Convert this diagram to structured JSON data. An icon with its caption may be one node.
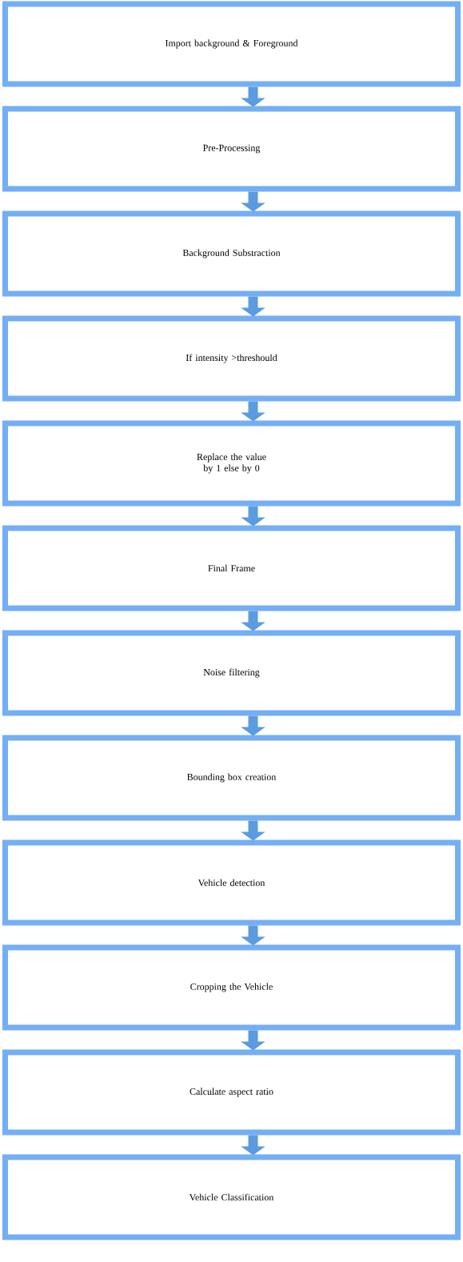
{
  "diagram": {
    "nodes": [
      {
        "text": [
          "Import background & Foreground"
        ]
      },
      {
        "text": [
          "Pre-Processing"
        ]
      },
      {
        "text": [
          "Background Substraction"
        ]
      },
      {
        "text": [
          "If intensity >threshould"
        ]
      },
      {
        "text": [
          "Replace the value by 1 else by 0"
        ]
      },
      {
        "text": [
          "Final Frame"
        ]
      },
      {
        "text": [
          "Noise filtering"
        ]
      },
      {
        "text": [
          "Bounding box creation"
        ]
      },
      {
        "text": [
          "Vehicle detection"
        ]
      },
      {
        "text": [
          "Cropping the Vehicle"
        ]
      },
      {
        "text": [
          "Calculate aspect ratio"
        ]
      },
      {
        "text": [
          "Vehicle Classification"
        ]
      }
    ],
    "edges": [
      {
        "from": 0,
        "to": 1,
        "arrow": "to"
      },
      {
        "from": 1,
        "to": 2,
        "arrow": "to"
      },
      {
        "from": 2,
        "to": 3,
        "arrow": "to"
      },
      {
        "from": 3,
        "to": 4,
        "arrow": "to"
      },
      {
        "from": 4,
        "to": 5,
        "arrow": "to"
      },
      {
        "from": 5,
        "to": 6,
        "arrow": "to"
      },
      {
        "from": 6,
        "to": 7,
        "arrow": "to"
      },
      {
        "from": 7,
        "to": 8,
        "arrow": "to"
      },
      {
        "from": 8,
        "to": 9,
        "arrow": "to"
      },
      {
        "from": 9,
        "to": 10,
        "arrow": "to"
      },
      {
        "from": 10,
        "to": 11,
        "arrow": "to"
      }
    ]
  }
}
